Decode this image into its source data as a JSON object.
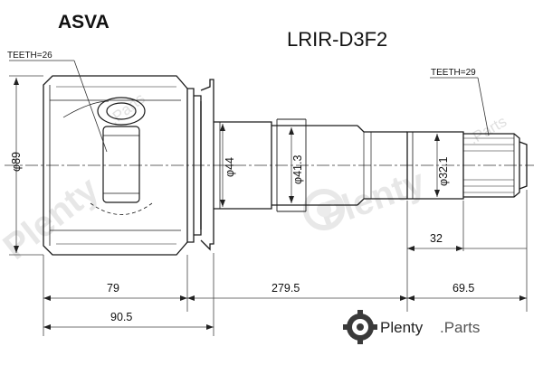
{
  "header": {
    "brand": "ASVA",
    "part_number": "LRIR-D3F2"
  },
  "labels": {
    "teeth_left": "TEETH=26",
    "teeth_right": "TEETH=29"
  },
  "dimensions": {
    "housing_dia": "φ89",
    "dia_44": "φ44",
    "dia_41_3": "φ41.3",
    "dia_32_1": "φ32.1",
    "len_32": "32",
    "len_79": "79",
    "len_279_5": "279.5",
    "len_69_5": "69.5",
    "len_90_5": "90.5"
  },
  "watermark": {
    "brand_text": "Plenty",
    "suffix_text": ".Parts",
    "logo_text": "Plenty",
    "logo_suffix": ".Parts"
  },
  "colors": {
    "line": "#1a1a1a",
    "dim_line": "#444444",
    "watermark": "#e6e6e6"
  }
}
